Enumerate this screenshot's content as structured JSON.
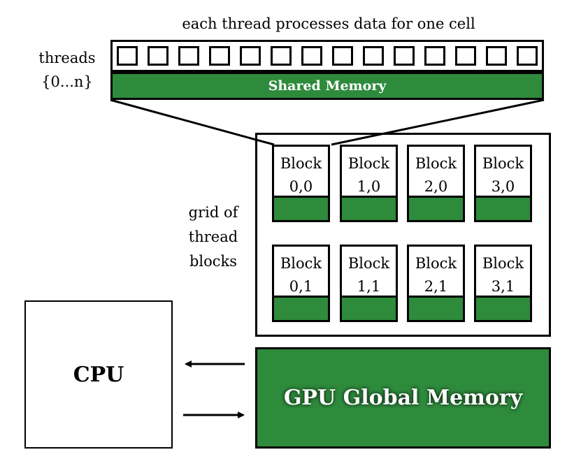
{
  "caption": "each thread processes data for one cell",
  "threads_label": {
    "line1": "threads",
    "line2": "{0...n}"
  },
  "thread_cell_count": 14,
  "shared_memory_label": "Shared Memory",
  "grid_label": {
    "line1": "grid of",
    "line2": "thread",
    "line3": "blocks"
  },
  "blocks": [
    {
      "word": "Block",
      "id": "0,0"
    },
    {
      "word": "Block",
      "id": "1,0"
    },
    {
      "word": "Block",
      "id": "2,0"
    },
    {
      "word": "Block",
      "id": "3,0"
    },
    {
      "word": "Block",
      "id": "0,1"
    },
    {
      "word": "Block",
      "id": "1,1"
    },
    {
      "word": "Block",
      "id": "2,1"
    },
    {
      "word": "Block",
      "id": "3,1"
    }
  ],
  "cpu_label": "CPU",
  "gpu_memory_label": "GPU Global Memory",
  "colors": {
    "memory_green": "#2e8b3c",
    "stroke": "#000000",
    "background": "#ffffff"
  }
}
